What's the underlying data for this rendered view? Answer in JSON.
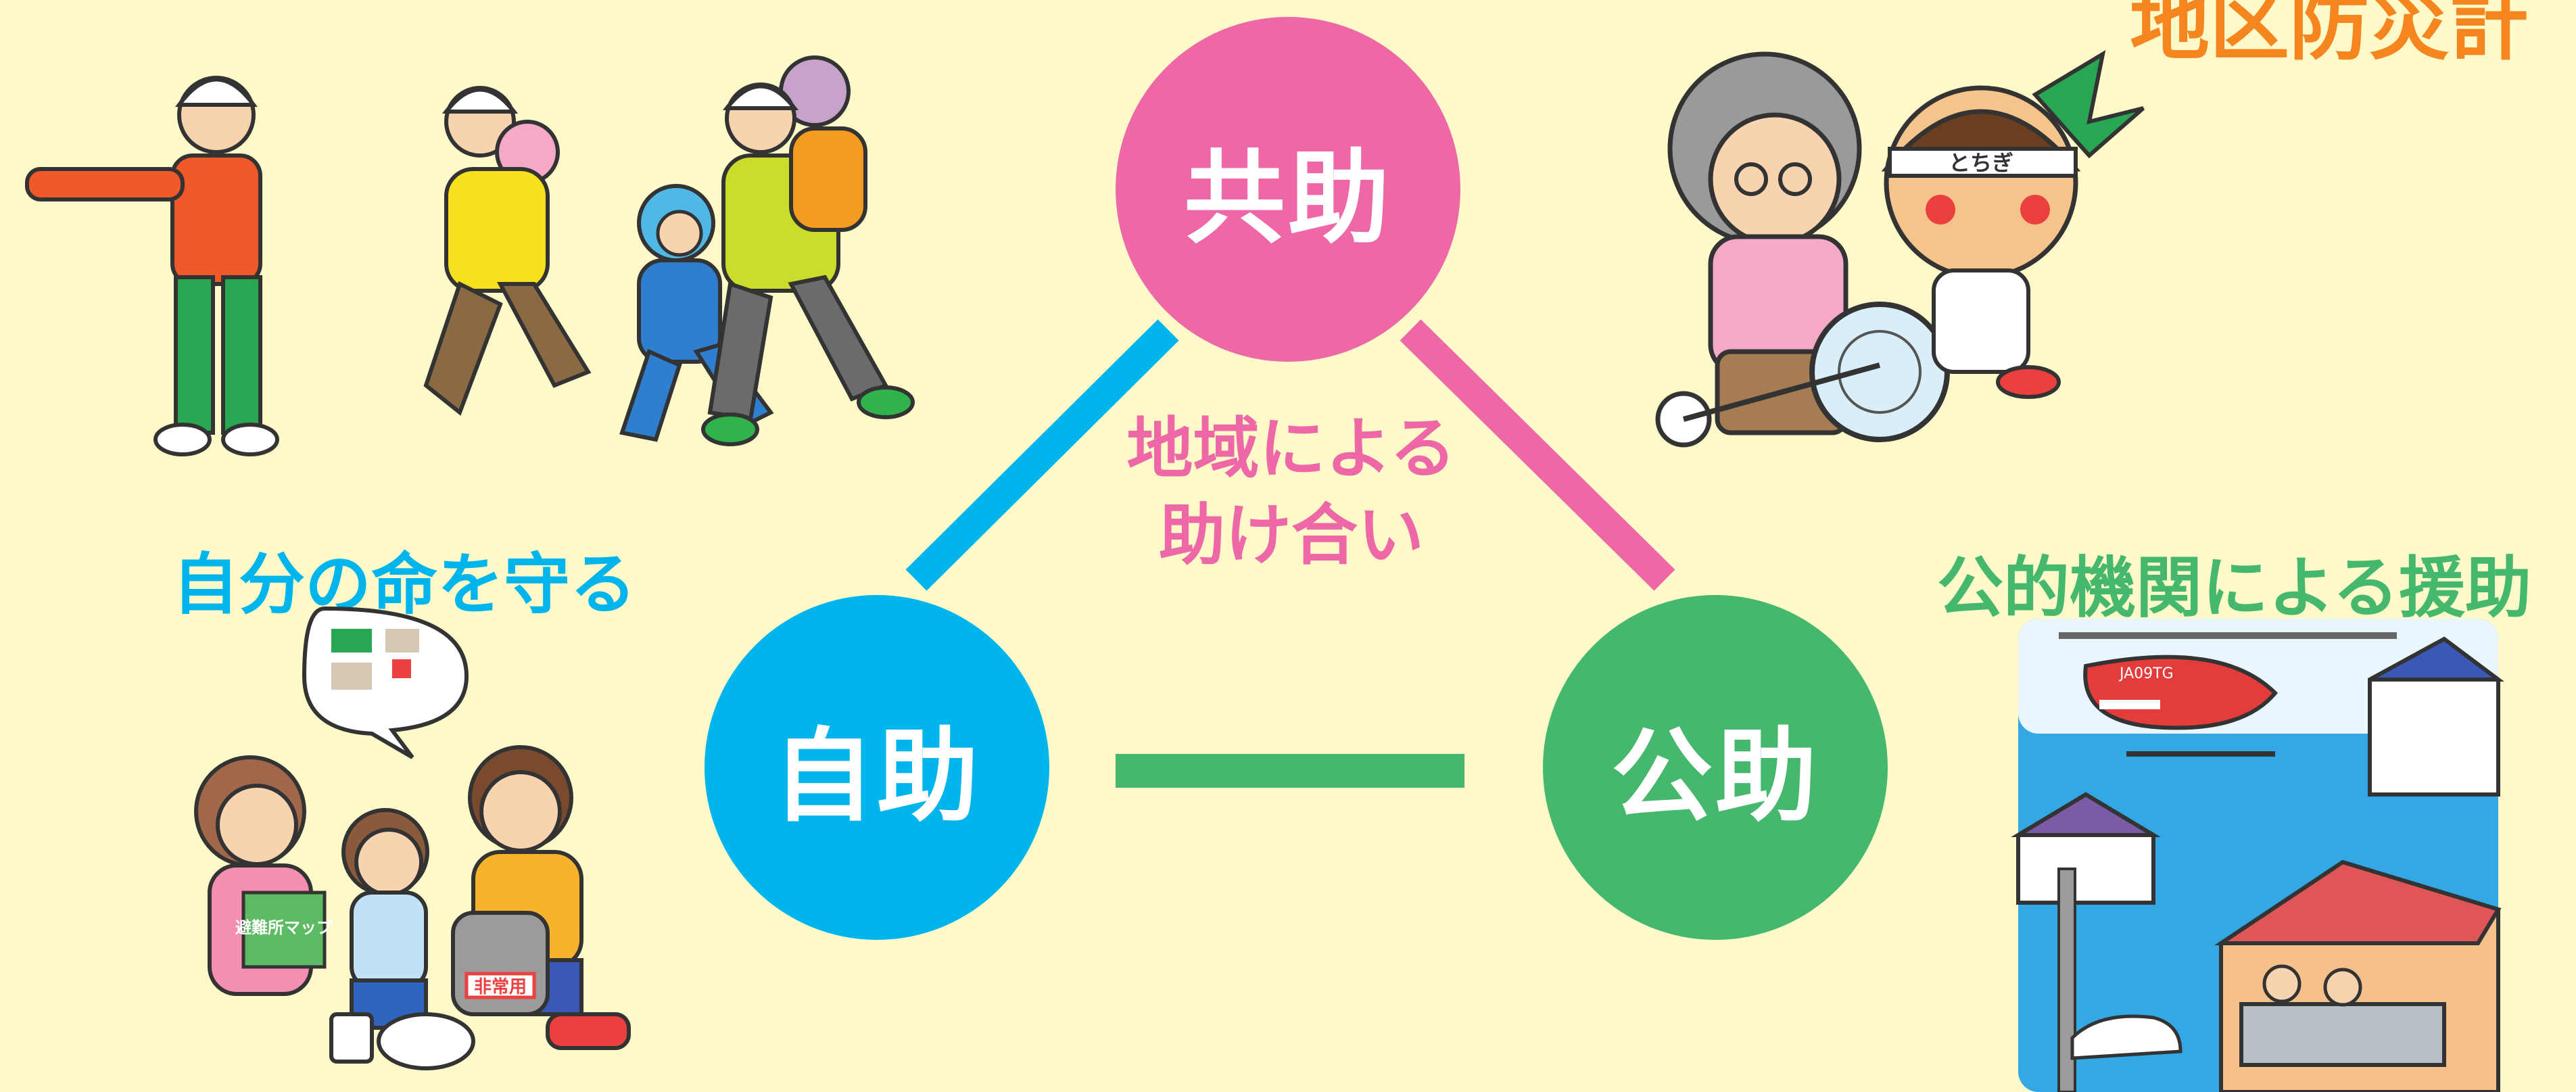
{
  "header": {
    "partial_title": "地区防災計"
  },
  "diagram": {
    "kyojo": {
      "label": "共助",
      "caption_line1": "地域による",
      "caption_line2": "助け合い"
    },
    "jijo": {
      "label": "自助",
      "caption": "自分の命を守る"
    },
    "kojo": {
      "label": "公助",
      "caption": "公的機関による援助"
    }
  },
  "illustration_text": {
    "map_book": "避難所マップ",
    "backpack": "非常用",
    "mascot_band": "とちぎ",
    "helicopter": "JA09TG"
  },
  "colors": {
    "background": "#fdf9c9",
    "pink": "#ee67a7",
    "blue": "#00b4ec",
    "green": "#45b86e",
    "orange": "#f5861f"
  }
}
